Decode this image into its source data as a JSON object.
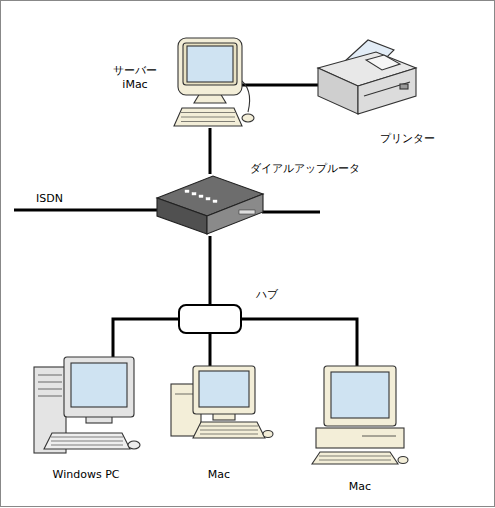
{
  "diagram": {
    "nodes": [
      {
        "text": [
          "サーバー iMac"
        ]
      },
      {
        "text": [
          "プリンター"
        ]
      },
      {
        "text": [
          "ダイアルアップルータ"
        ]
      },
      {
        "text": [
          "ハブ"
        ]
      },
      {
        "text": [
          "Windows PC"
        ]
      },
      {
        "text": [
          "Mac"
        ]
      },
      {
        "text": [
          "Mac"
        ]
      }
    ],
    "edges": [
      {
        "from": 0,
        "to": 1,
        "arrow": "none"
      },
      {
        "from": 0,
        "to": 2,
        "arrow": "none"
      },
      {
        "from": 2,
        "to": 3,
        "arrow": "none"
      },
      {
        "from": 3,
        "to": 4,
        "arrow": "none"
      },
      {
        "from": 3,
        "to": 5,
        "arrow": "none"
      },
      {
        "from": 3,
        "to": 6,
        "arrow": "none"
      }
    ],
    "labels": [
      "ISDN"
    ]
  }
}
